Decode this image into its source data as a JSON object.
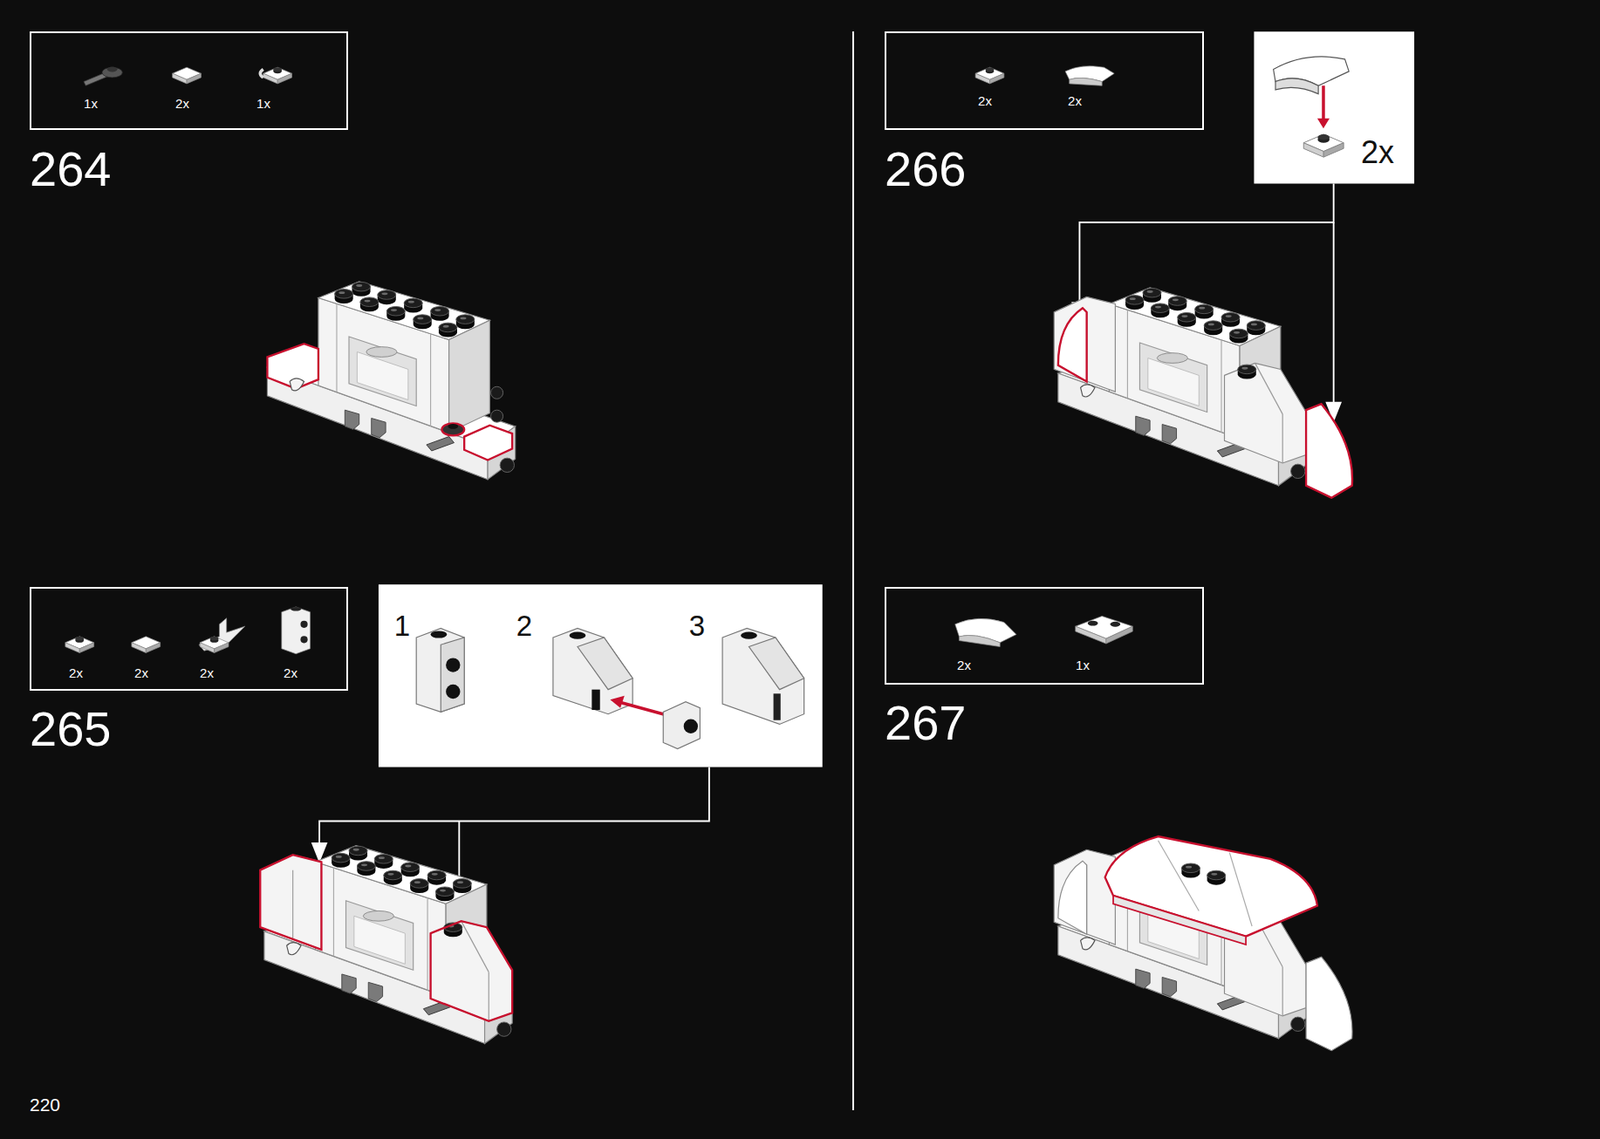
{
  "diagram": {
    "nodes": [
      {
        "text": [
          "1x",
          "2x",
          "1x"
        ]
      },
      {
        "text": [
          "2x",
          "2x",
          "2x",
          "2x"
        ]
      },
      {
        "text": [
          "1",
          "2",
          "3"
        ]
      },
      {
        "text": [
          "2x",
          "2x"
        ]
      },
      {
        "text": [
          "2x"
        ]
      },
      {
        "text": [
          "2x",
          "1x"
        ]
      }
    ],
    "labels": [
      "264",
      "265",
      "266",
      "267",
      "220"
    ]
  }
}
